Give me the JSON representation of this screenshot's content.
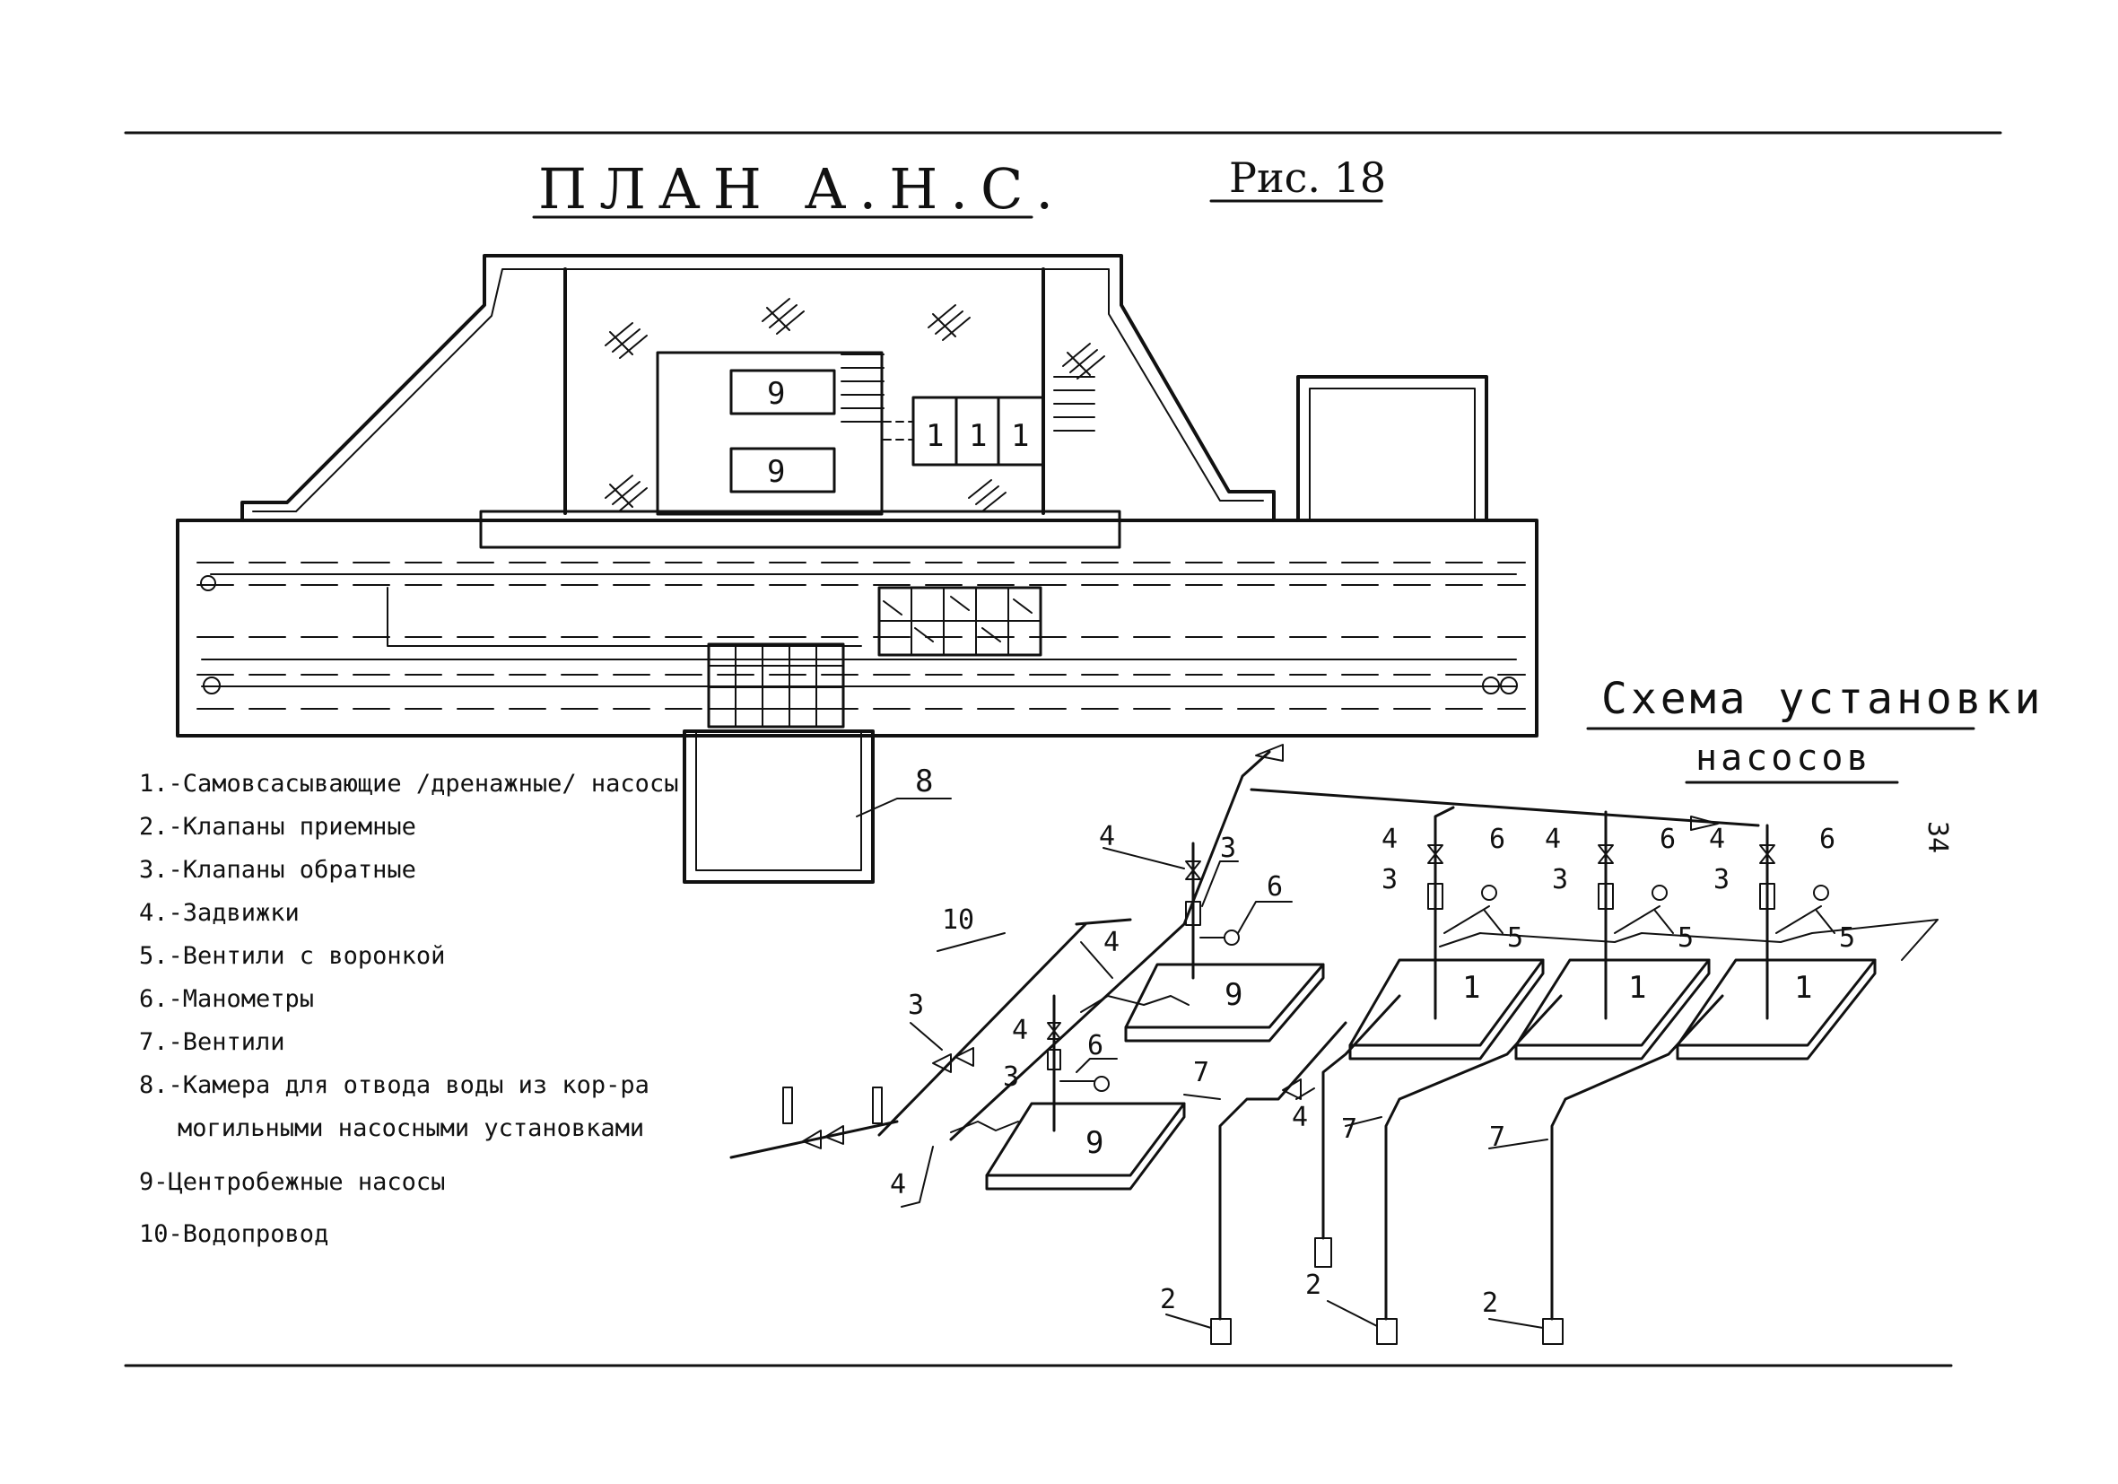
{
  "titles": {
    "plan": "ПЛАН А.Н.С.",
    "figure": "Рис. 18",
    "scheme_line1": "Схема установки",
    "scheme_line2": "насосов"
  },
  "side_mark": "34",
  "legend": [
    "1.-Самовсасывающие /дренажные/ насосы",
    "2.-Клапаны приемные",
    "3.-Клапаны обратные",
    "4.-Задвижки",
    "5.-Вентили с воронкой",
    "6.-Манометры",
    "7.-Вентили",
    "8.-Камера для отвода воды из кор-ра",
    "могильными насосными установками",
    "9-Центробежные насосы",
    "10-Водопровод"
  ],
  "plan_labels": {
    "pump_9_top": "9",
    "pump_9_bottom": "9",
    "pump_1_a": "1",
    "pump_1_b": "1",
    "pump_1_c": "1",
    "chamber_8": "8"
  },
  "scheme_labels": {
    "n10": "10",
    "n4_a": "4",
    "n3_a": "3",
    "n6_a": "6",
    "n4_b": "4",
    "n9_a": "9",
    "n3_b": "3",
    "n4_c": "4",
    "n3_c": "3",
    "n6_b": "6",
    "n9_b": "9",
    "n4_d": "4",
    "n7_a": "7",
    "n4_e": "4",
    "n7_b": "7",
    "n7_c": "7",
    "n4_p1": "4",
    "n3_p1": "3",
    "n6_p1": "6",
    "n5_p1": "5",
    "n1_p1": "1",
    "n4_p2": "4",
    "n3_p2": "3",
    "n6_p2": "6",
    "n5_p2": "5",
    "n1_p2": "1",
    "n4_p3": "4",
    "n3_p3": "3",
    "n6_p3": "6",
    "n5_p3": "5",
    "n1_p3": "1",
    "n2_a": "2",
    "n2_b": "2",
    "n2_c": "2"
  }
}
